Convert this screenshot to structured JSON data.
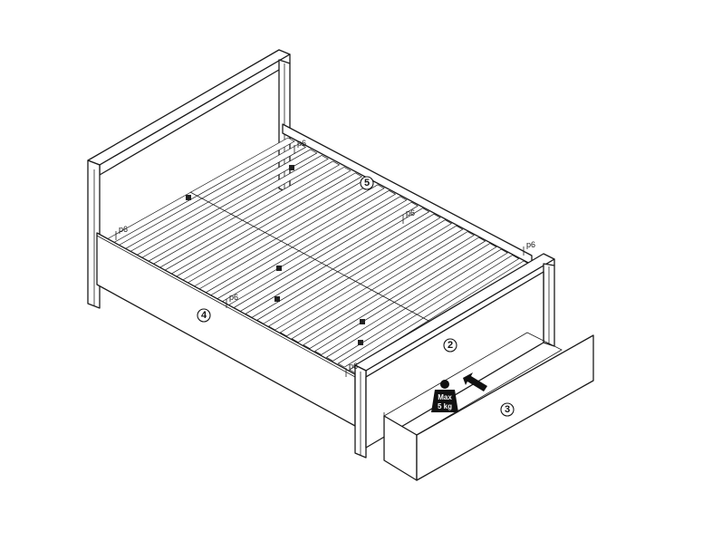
{
  "part_numbers": {
    "headboard_back": "5",
    "side_rail": "4",
    "footboard": "2",
    "drawer": "3"
  },
  "hardware_label": "p6",
  "weight_limit": {
    "line1": "Max",
    "line2": "5 kg"
  },
  "icons": {
    "weight": "weight-icon",
    "direction": "arrow-icon"
  }
}
